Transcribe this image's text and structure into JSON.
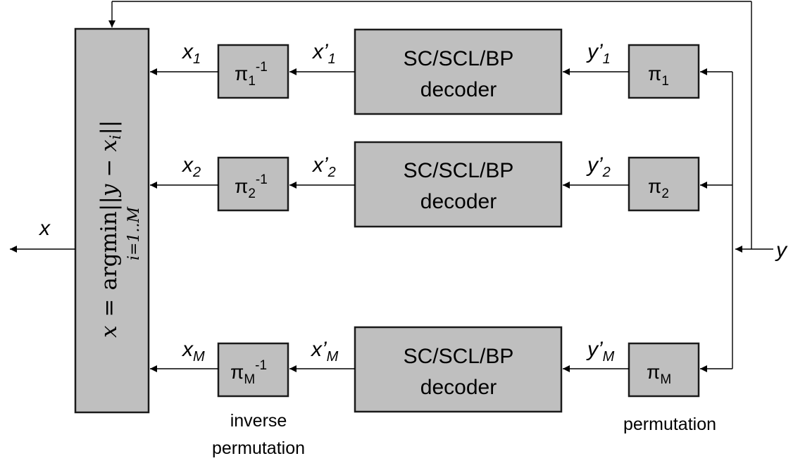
{
  "input_signal": "y",
  "output_signal": "x",
  "decision_block": {
    "lhs": "x",
    "equals": "=",
    "operator": "argmin",
    "subscript": "i=1..M",
    "norm_open": "||",
    "y": "y",
    "minus": "−",
    "x": "x",
    "x_sub": "i",
    "norm_close": "||"
  },
  "rows": [
    {
      "decoder_line1": "SC/SCL/BP",
      "decoder_line2": "decoder",
      "perm_symbol": "π",
      "perm_sub": "1",
      "invperm_sup": "-1",
      "y_prime_base": "y’",
      "y_prime_sub": "1",
      "x_prime_base": "x’",
      "x_prime_sub": "1",
      "x_out_base": "x",
      "x_out_sub": "1"
    },
    {
      "decoder_line1": "SC/SCL/BP",
      "decoder_line2": "decoder",
      "perm_symbol": "π",
      "perm_sub": "2",
      "invperm_sup": "-1",
      "y_prime_base": "y’",
      "y_prime_sub": "2",
      "x_prime_base": "x’",
      "x_prime_sub": "2",
      "x_out_base": "x",
      "x_out_sub": "2"
    },
    {
      "decoder_line1": "SC/SCL/BP",
      "decoder_line2": "decoder",
      "perm_symbol": "π",
      "perm_sub": "M",
      "invperm_sup": "-1",
      "y_prime_base": "y’",
      "y_prime_sub": "M",
      "x_prime_base": "x’",
      "x_prime_sub": "M",
      "x_out_base": "x",
      "x_out_sub": "M"
    }
  ],
  "captions": {
    "inverse_line1": "inverse",
    "inverse_line2": "permutation",
    "permutation": "permutation"
  }
}
